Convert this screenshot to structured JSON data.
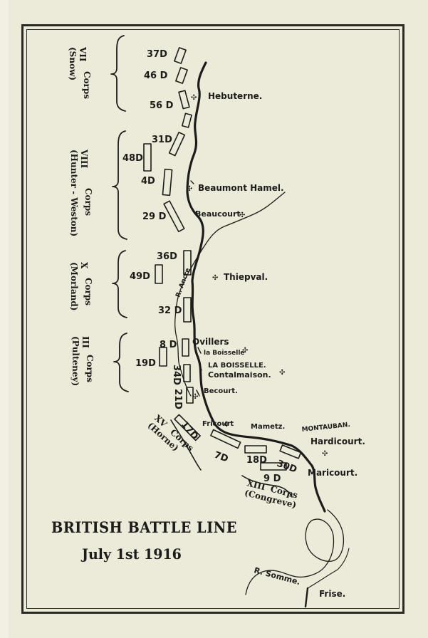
{
  "title": {
    "line1": "BRITISH BATTLE LINE",
    "line2": "July 1st 1916"
  },
  "corps": [
    {
      "numeral": "VII",
      "word": "Corps",
      "commander": "(Snow)"
    },
    {
      "numeral": "VIII",
      "word": "Corps",
      "commander": "(Hunter - Weston)"
    },
    {
      "numeral": "X",
      "word": "Corps",
      "commander": "(Morland)"
    },
    {
      "numeral": "III",
      "word": "Corps",
      "commander": "(Pulteney)"
    },
    {
      "numeral": "XV",
      "word": "Corps",
      "commander": "(Horne)"
    },
    {
      "numeral": "XIII",
      "word": "Corps",
      "commander": "(Congreve)"
    }
  ],
  "divisions": {
    "d37": "37D",
    "d46": "46 D",
    "d56": "56 D",
    "d31": "31D",
    "d48": "48D",
    "d4": "4D",
    "d29": "29 D",
    "d36": "36D",
    "d49": "49D",
    "d32": "32 D",
    "d8": "8 D",
    "d19": "19D",
    "d34": "34D",
    "d21": "21D",
    "d17": "17D",
    "d7": "7D",
    "d18": "18D",
    "d30": "30D",
    "d9": "9 D"
  },
  "places": {
    "hebuterne": "Hebuterne.",
    "beaumont_hamel": "Beaumont Hamel.",
    "beaucourt": "Beaucourt",
    "thiepval": "Thiepval.",
    "ovillers": "Ovillers",
    "la_boisselle_small": "la Boisselle",
    "la_boisselle": "LA BOISSELLE.",
    "contalmaison": "Contalmaison.",
    "becourt": "Becourt.",
    "fricourt": "Fricourt",
    "mametz": "Mametz.",
    "montauban": "MONTAUBAN.",
    "hardicourt": "Hardicourt.",
    "maricourt": "Maricourt.",
    "frise": "Frise."
  },
  "rivers": {
    "ancre": "R. Ancre",
    "somme": "R. Somme."
  },
  "colors": {
    "paper": "#ecebd9",
    "ink": "#1c1c1a"
  }
}
